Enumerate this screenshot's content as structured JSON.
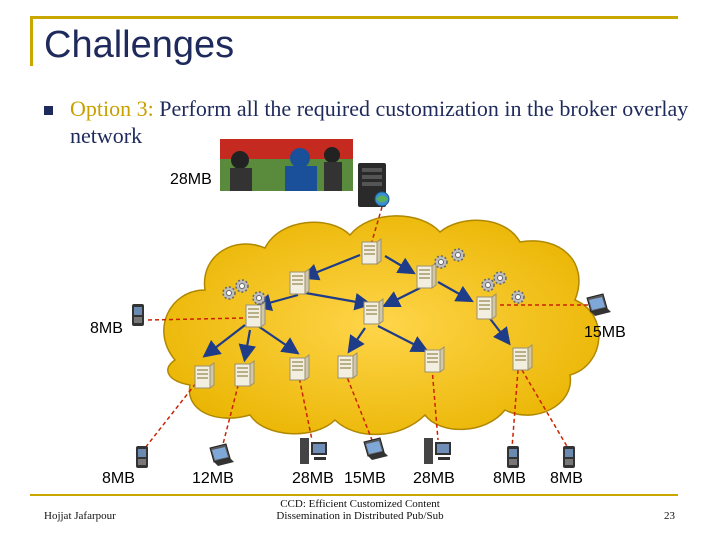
{
  "slide": {
    "title": "Challenges",
    "bullet_prefix": "Option 3:",
    "bullet_text": " Perform all the required customization in the broker overlay network",
    "labels": {
      "source_size": "28MB",
      "left_laptop_size": "8MB",
      "right_laptop_size": "15MB",
      "bottom_sizes": [
        "8MB",
        "12MB",
        "28MB",
        "15MB",
        "28MB",
        "8MB",
        "8MB"
      ]
    },
    "footer": {
      "author": "Hojjat Jafarpour",
      "center_line1": "CCD: Efficient Customized Content",
      "center_line2": "Dissemination in Distributed Pub/Sub",
      "page_number": "23"
    },
    "colors": {
      "accent": "#c8a800",
      "title": "#1f2a5c",
      "cloud_fill": "#f0c020",
      "arrow": "#1f3c88",
      "dashed_line": "#cc2200"
    },
    "icons": {
      "source_image": "football-photo",
      "publisher": "server-tower-icon",
      "broker": "broker-server-icon",
      "customization": "gear-icon",
      "subscribers": [
        "phone-icon",
        "laptop-icon",
        "desktop-icon"
      ]
    }
  }
}
